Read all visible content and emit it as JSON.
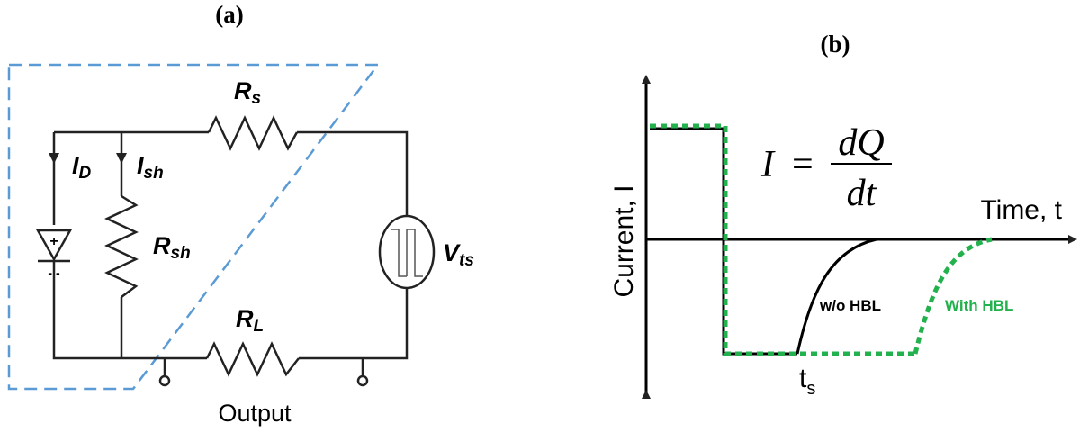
{
  "panel_a": {
    "label": "(a)",
    "rs": {
      "main": "R",
      "sub": "s"
    },
    "id": {
      "main": "I",
      "sub": "D"
    },
    "ish": {
      "main": "I",
      "sub": "sh"
    },
    "rsh": {
      "main": "R",
      "sub": "sh"
    },
    "rl": {
      "main": "R",
      "sub": "L"
    },
    "vts": {
      "main": "V",
      "sub": "ts"
    },
    "output": "Output",
    "diode_plus": "+",
    "diode_minus": "- -"
  },
  "panel_b": {
    "label": "(b)",
    "y_axis": "Current, I",
    "x_axis": "Time, t",
    "equation": {
      "lhs": "I",
      "eq": "=",
      "num": "dQ",
      "den": "dt"
    },
    "curve_without": "w/o HBL",
    "curve_with": "With HBL",
    "ts": {
      "main": "t",
      "sub": "s"
    },
    "colors": {
      "with_hbl": "#22b14c",
      "without_hbl": "#000000"
    }
  },
  "colors": {
    "boundary": "#5b9bd5",
    "wire": "#222222"
  }
}
